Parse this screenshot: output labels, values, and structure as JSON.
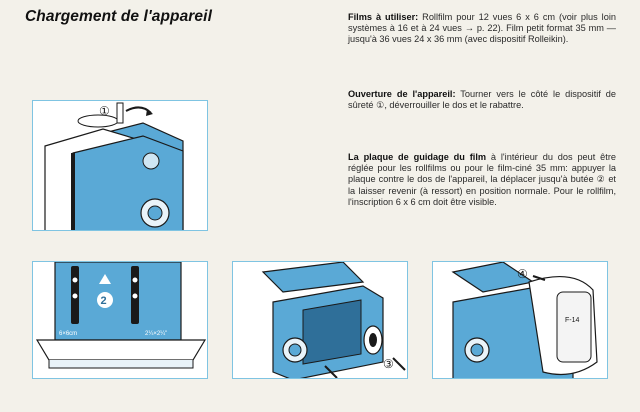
{
  "page": {
    "title": "Chargement de l'appareil"
  },
  "paragraphs": [
    {
      "heading": "Films à utiliser:",
      "body": " Rollfilm pour 12 vues 6 x 6 cm (voir plus loin systèmes à 16 et à 24 vues → p. 22). Film petit format 35 mm — jusqu'à 36 vues 24 x 36 mm (avec dispositif Rolleikin)."
    },
    {
      "heading": "Ouverture de l'appareil:",
      "body": " Tourner vers le côté le dispositif de sûreté ①, déverrouiller le dos et le rabattre."
    },
    {
      "heading": "La plaque de guidage du film",
      "body": " à l'intérieur du dos peut être réglée pour les rollfilms ou pour le film-ciné 35 mm: appuyer la plaque contre le dos de l'appareil, la déplacer jusqu'à butée ② et la laisser revenir (à ressort) en position normale. Pour le rollfilm, l'inscription 6 x 6 cm doit être visible."
    }
  ],
  "figures": {
    "fig1": {
      "marker": "①"
    },
    "fig2": {
      "marker": "2",
      "label_left": "6×6cm",
      "label_right": "2¼×2¼\""
    },
    "fig3": {
      "marker": "③"
    },
    "fig4": {
      "marker": "④",
      "spool_text": "F-14"
    }
  },
  "colors": {
    "accent_blue": "#5aa9d6",
    "dark_blue": "#2f6f99",
    "line": "#1a1a1a"
  }
}
